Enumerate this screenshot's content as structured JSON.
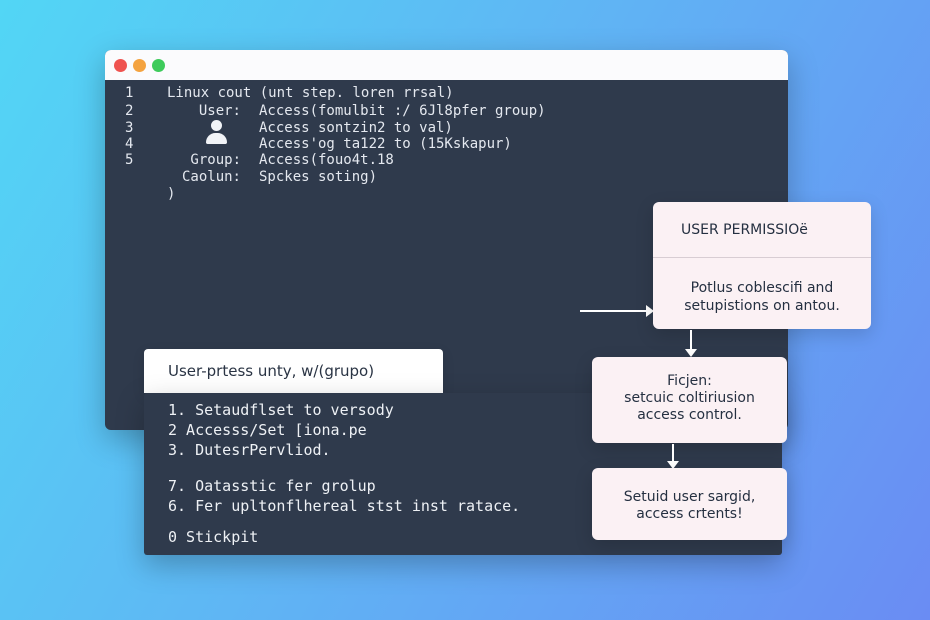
{
  "terminal": {
    "window_controls": [
      "close",
      "minimize",
      "maximize"
    ],
    "line_numbers": [
      "1",
      "2",
      "3",
      "4",
      "5"
    ],
    "lines": [
      {
        "label": "",
        "text": "Linux cout (unt step. loren rrsal)"
      },
      {
        "label": "User:",
        "text": "Access(fomulbit :/ 6Jl8pfer group)"
      },
      {
        "label": "",
        "text": "Access sontzin2 to val)"
      },
      {
        "label": "",
        "text": "Access'og ta122 to (15Kskapur)"
      },
      {
        "label": "Group:",
        "text": "Access(fouo4t.18"
      },
      {
        "label": "Caolun:",
        "text": "Spckes soting)"
      },
      {
        "label": "",
        "text": ")"
      }
    ],
    "user_icon": "user-icon"
  },
  "panel": {
    "tab_title": "User-prtess unty, w/(grupo)",
    "items": [
      "1. Setaudflset to versody",
      "2  Accesss/Set [iona.pe",
      "3. DutesrPervliod.",
      "7. Oatasstic fer grolup",
      "6. Fer upltonflhereal stst inst ratace.",
      "0  Stickpit"
    ]
  },
  "flow": {
    "box1_title": "USER PERMISSIOë",
    "box1_desc_1": "Potlus coblescifi and",
    "box1_desc_2": "setupistions on antou.",
    "box2_line1": "Ficjen:",
    "box2_line2": "setcuic coltiriusion",
    "box2_line3": "access control.",
    "box3_line1": "Setuid user sargid,",
    "box3_line2": "access crtents!"
  },
  "colors": {
    "background_start": "#52d6f5",
    "background_end": "#6a8cf3",
    "terminal_bg": "#2f3a4c",
    "box_bg": "#fbf1f4"
  }
}
